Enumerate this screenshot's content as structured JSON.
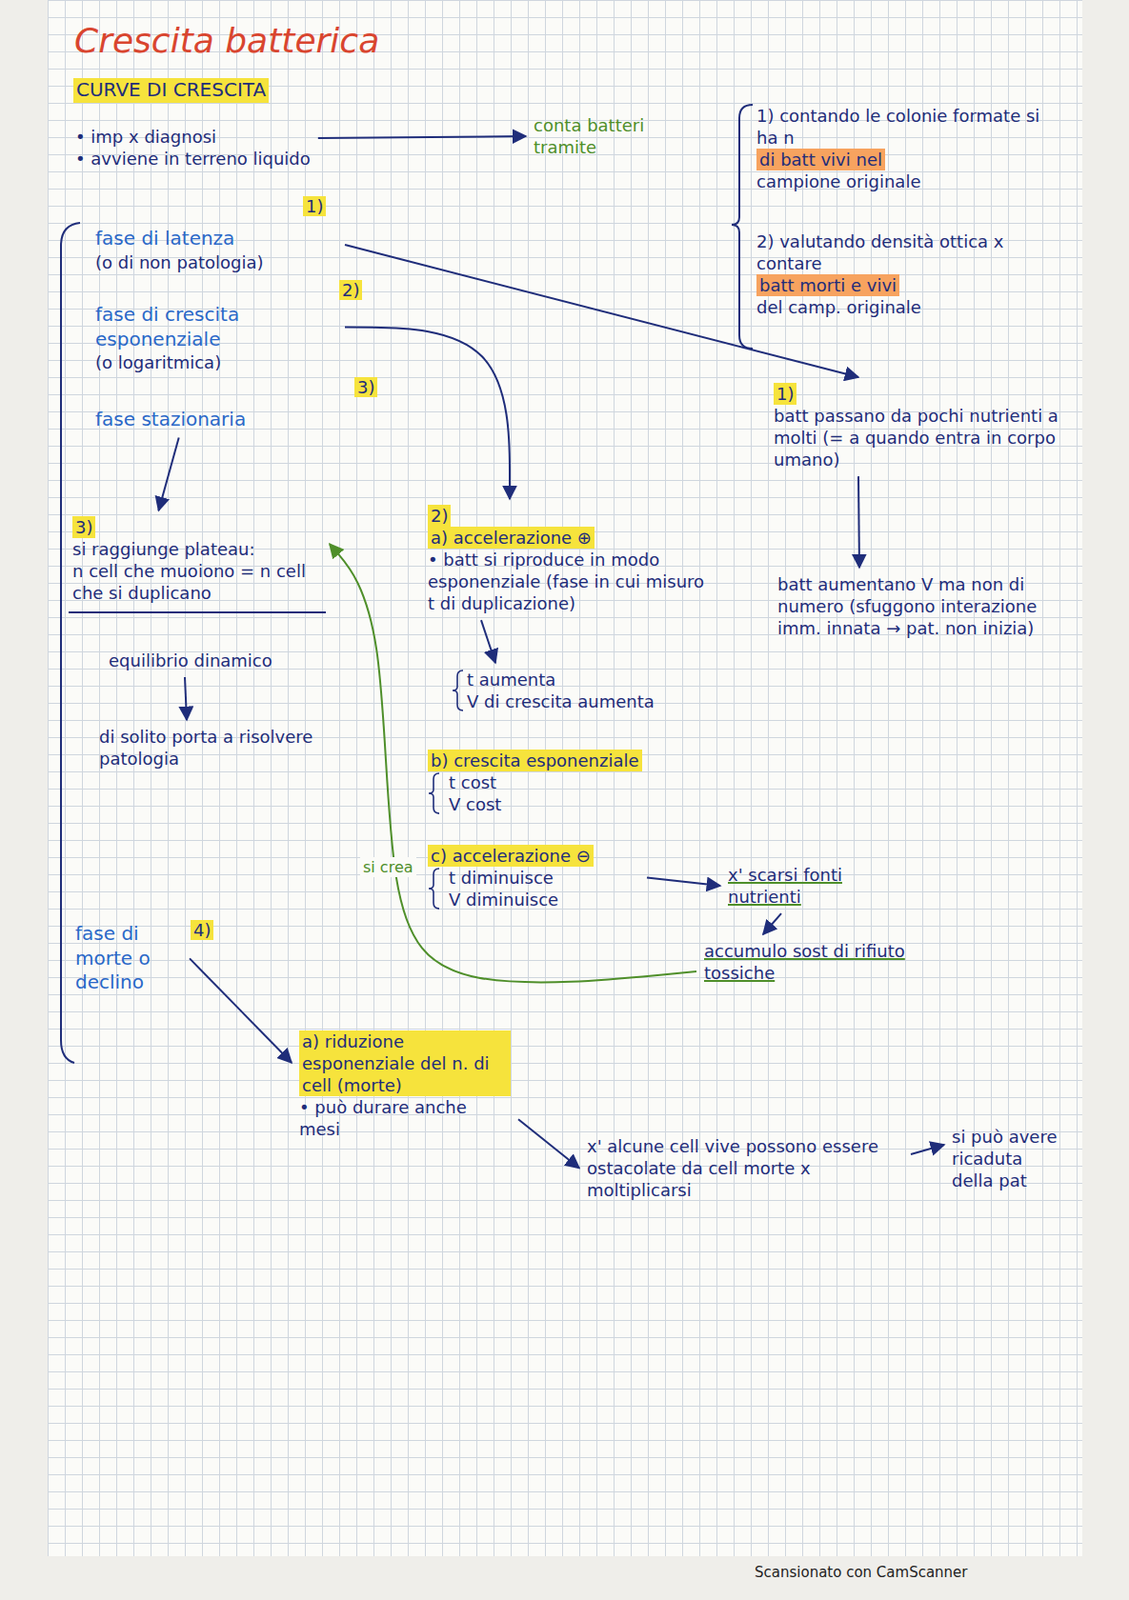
{
  "diagram": {
    "title": "Crescita batterica",
    "nodes": [
      {
        "text": [
          "CURVE DI CRESCITA"
        ]
      },
      {
        "text": [
          "• imp x diagnosi",
          "• avviene in terreno liquido"
        ]
      },
      {
        "text": [
          "conta batteri tramite"
        ]
      },
      {
        "text": [
          "1) contando le colonie formate si ha n",
          "di batt vivi nel",
          "campione originale"
        ]
      },
      {
        "text": [
          "2) valutando densità ottica x contare",
          "batt morti e vivi",
          "del camp. originale"
        ]
      },
      {
        "text": [
          "fase di latenza",
          "(o di non patologia)"
        ]
      },
      {
        "text": [
          "fase di crescita esponenziale",
          "(o logaritmica)"
        ]
      },
      {
        "text": [
          "fase stazionaria"
        ]
      },
      {
        "text": [
          "fase di morte o declino"
        ]
      },
      {
        "text": [
          "1)",
          "batt passano da pochi nutrienti a molti (= a quando entra in corpo umano)"
        ]
      },
      {
        "text": [
          "batt aumentano V ma non di numero (sfuggono interazione imm. innata → pat. non inizia)"
        ]
      },
      {
        "text": [
          "2)",
          "a) accelerazione ⊕",
          "• batt si riproduce in modo esponenziale (fase in cui misuro t di duplicazione)"
        ]
      },
      {
        "text": [
          "t aumenta",
          "V di crescita aumenta"
        ]
      },
      {
        "text": [
          "b) crescita esponenziale",
          "t cost",
          "V cost"
        ]
      },
      {
        "text": [
          "c) accelerazione ⊖",
          "t diminuisce",
          "V diminuisce"
        ]
      },
      {
        "text": [
          "x' scarsi fonti nutrienti"
        ]
      },
      {
        "text": [
          "accumulo sost di rifiuto tossiche"
        ]
      },
      {
        "text": [
          "3)",
          "si raggiunge plateau:",
          "n cell che muoiono = n cell che si duplicano"
        ]
      },
      {
        "text": [
          "equilibrio dinamico"
        ]
      },
      {
        "text": [
          "di solito porta a risolvere patologia"
        ]
      },
      {
        "text": [
          "a) riduzione esponenziale del n. di cell (morte)",
          "• può durare anche mesi"
        ]
      },
      {
        "text": [
          "x' alcune cell vive possono essere ostacolate da cell morte x moltiplicarsi"
        ]
      },
      {
        "text": [
          "si può avere ricaduta della pat"
        ]
      }
    ],
    "edges": [
      {
        "from": 1,
        "to": 2,
        "arrow": "to"
      },
      {
        "from": 5,
        "to": 9,
        "arrow": "to"
      },
      {
        "from": 6,
        "to": 11,
        "arrow": "to"
      },
      {
        "from": 7,
        "to": 17,
        "arrow": "to"
      },
      {
        "from": 9,
        "to": 10,
        "arrow": "to"
      },
      {
        "from": 11,
        "to": 12,
        "arrow": "to"
      },
      {
        "from": 14,
        "to": 15,
        "arrow": "to"
      },
      {
        "from": 15,
        "to": 16,
        "arrow": "to"
      },
      {
        "from": 16,
        "to": 17,
        "label": "si crea",
        "arrow": "to"
      },
      {
        "from": 18,
        "to": 19,
        "arrow": "to"
      },
      {
        "from": 8,
        "to": 20,
        "arrow": "to"
      },
      {
        "from": 20,
        "to": 21,
        "arrow": "to"
      },
      {
        "from": 21,
        "to": 22,
        "arrow": "to"
      }
    ],
    "labels": [
      "1)",
      "2)",
      "3)",
      "4)",
      "Scansionato con CamScanner"
    ]
  }
}
